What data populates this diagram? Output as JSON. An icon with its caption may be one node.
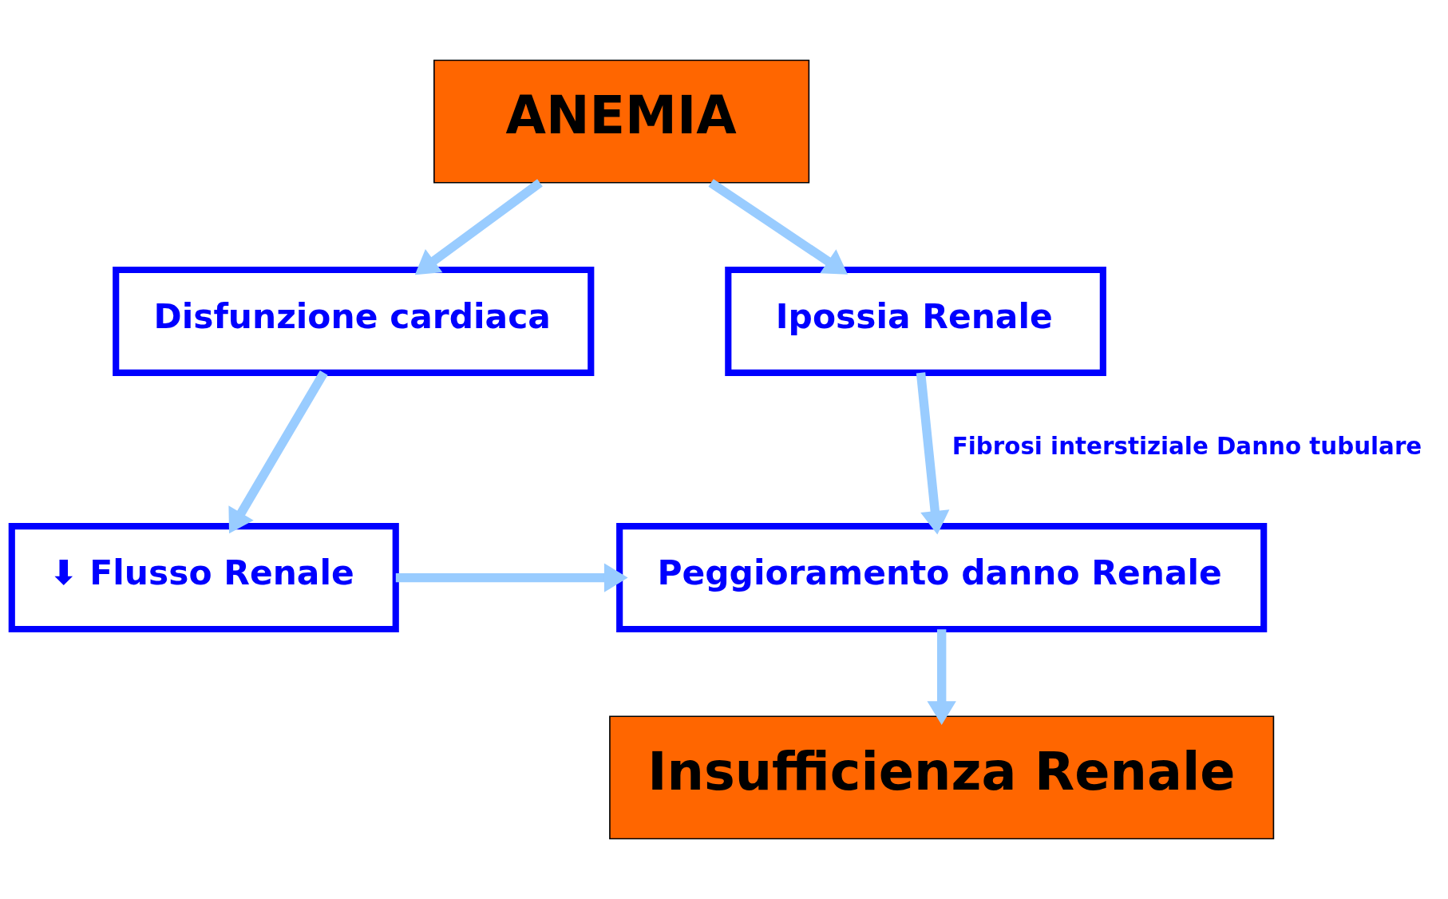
{
  "diagram": {
    "nodes": [
      {
        "text": [
          "ANEMIA"
        ]
      },
      {
        "text": [
          "Disfunzione cardiaca"
        ]
      },
      {
        "text": [
          "Ipossia Renale"
        ]
      },
      {
        "text": [
          "⬇ Flusso Renale"
        ]
      },
      {
        "text": [
          "Peggioramento danno Renale"
        ]
      },
      {
        "text": [
          "Insufficienza Renale"
        ]
      }
    ],
    "edges": [
      {
        "from": 0,
        "to": 1,
        "arrow": "to"
      },
      {
        "from": 0,
        "to": 2,
        "arrow": "to"
      },
      {
        "from": 1,
        "to": 3,
        "arrow": "to"
      },
      {
        "from": 2,
        "to": 4,
        "arrow": "to",
        "label": "Fibrosi interstiziale Danno tubulare"
      },
      {
        "from": 3,
        "to": 4,
        "arrow": "to"
      },
      {
        "from": 4,
        "to": 5,
        "arrow": "to"
      }
    ]
  }
}
